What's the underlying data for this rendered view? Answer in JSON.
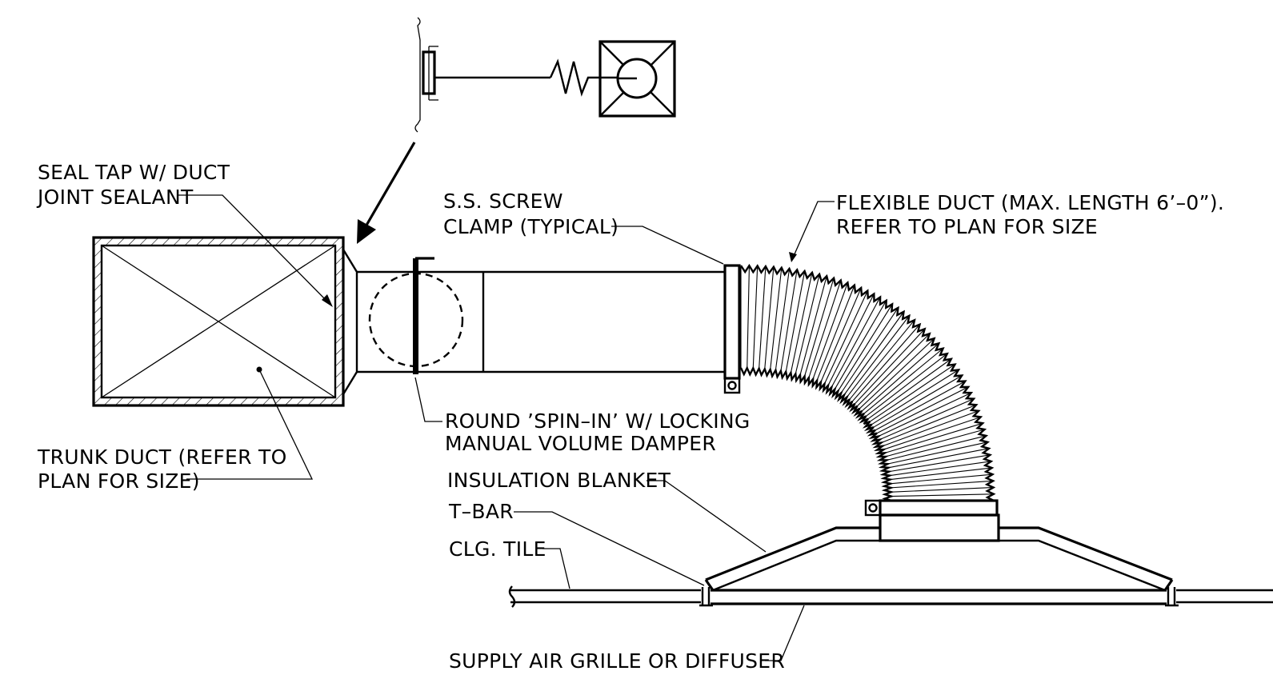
{
  "labels": {
    "seal_tap_l1": "SEAL TAP W/ DUCT",
    "seal_tap_l2": "JOINT SEALANT",
    "trunk_l1": "TRUNK DUCT (REFER TO",
    "trunk_l2": "PLAN FOR SIZE)",
    "screw_l1": "S.S. SCREW",
    "screw_l2": "CLAMP (TYPICAL)",
    "flex_l1": "FLEXIBLE DUCT (MAX. LENGTH 6’–0”).",
    "flex_l2": "REFER TO PLAN FOR SIZE",
    "spin_l1": "ROUND ’SPIN–IN’ W/ LOCKING",
    "spin_l2": "MANUAL VOLUME DAMPER",
    "insulation": "INSULATION BLANKET",
    "tbar": "T–BAR",
    "tile": "CLG. TILE",
    "grille": "SUPPLY AIR GRILLE OR DIFFUSER"
  },
  "colors": {
    "line": "#000000",
    "background": "#ffffff"
  }
}
